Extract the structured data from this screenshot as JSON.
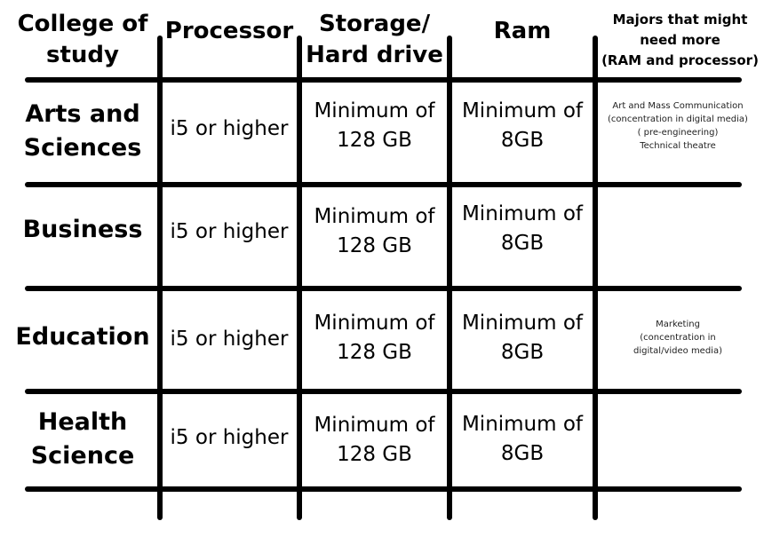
{
  "headers": {
    "college": [
      "College of",
      "study"
    ],
    "processor": "Processor",
    "storage": [
      "Storage/",
      "Hard drive"
    ],
    "ram": "Ram",
    "majors": [
      "Majors that might",
      "need more",
      "(RAM and processor)"
    ]
  },
  "rows": [
    {
      "college": [
        "Arts and",
        "Sciences"
      ],
      "processor": "i5 or higher",
      "storage": [
        "Minimum of",
        "128 GB"
      ],
      "ram": [
        "Minimum of",
        "8GB"
      ],
      "majors": [
        "Art and Mass Communication",
        "(concentration in digital media)",
        "( pre-engineering)",
        "Technical theatre"
      ]
    },
    {
      "college": [
        "Business"
      ],
      "processor": "i5 or higher",
      "storage": [
        "Minimum of",
        "128 GB"
      ],
      "ram": [
        "Minimum of",
        "8GB"
      ],
      "majors": []
    },
    {
      "college": [
        "Education"
      ],
      "processor": "i5 or higher",
      "storage": [
        "Minimum of",
        "128 GB"
      ],
      "ram": [
        "Minimum of",
        "8GB"
      ],
      "majors": [
        "Marketing",
        "(concentration in",
        "digital/video media)"
      ]
    },
    {
      "college": [
        "Health",
        "Science"
      ],
      "processor": "i5 or higher",
      "storage": [
        "Minimum of",
        "128 GB"
      ],
      "ram": [
        "Minimum of",
        "8GB"
      ],
      "majors": []
    }
  ]
}
